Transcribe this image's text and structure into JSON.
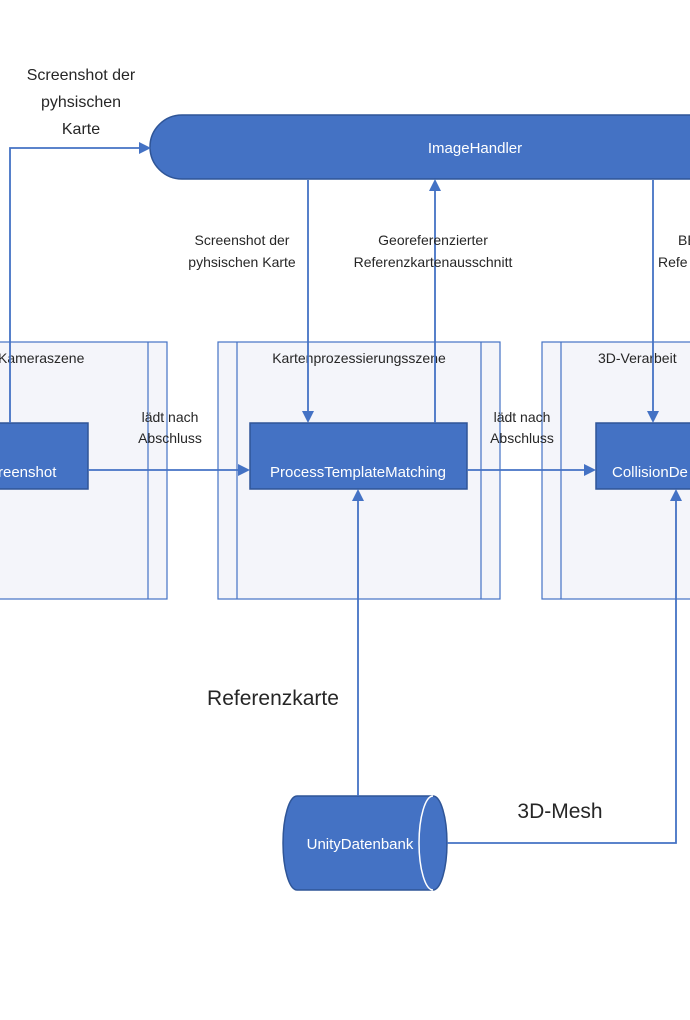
{
  "nodes": {
    "image_handler": "ImageHandler",
    "screenshot": "reenshot",
    "process_template_matching": "ProcessTemplateMatching",
    "collision_detection": "CollisionDe",
    "unity_datenbank": "UnityDatenbank"
  },
  "scenes": {
    "kamera": "Kameraszene",
    "kartenprozessierung": "Kartenprozessierungsszene",
    "verarbeitung_3d": "3D-Verarbeit"
  },
  "edges": {
    "screenshot_top": [
      "Screenshot der",
      "pyhsischen",
      "Karte"
    ],
    "screenshot_mid": [
      "Screenshot der",
      "pyhsischen Karte"
    ],
    "georef": [
      "Georeferenzierter",
      "Referenzkartenausschnitt"
    ],
    "right_partial": [
      "BB",
      "Refe"
    ],
    "laedt_nach_1": [
      "lädt nach",
      "Abschluss"
    ],
    "laedt_nach_2": [
      "lädt nach",
      "Abschluss"
    ],
    "referenzkarte": "Referenzkarte",
    "mesh_3d": "3D-Mesh"
  },
  "colors": {
    "node_fill": "#4472c4",
    "node_stroke": "#2f5597",
    "arrow": "#4472c4",
    "scene_fill": "#f4f5fa",
    "scene_stroke": "#4472c4",
    "text_dark": "#262626",
    "node_text": "#ffffff"
  }
}
